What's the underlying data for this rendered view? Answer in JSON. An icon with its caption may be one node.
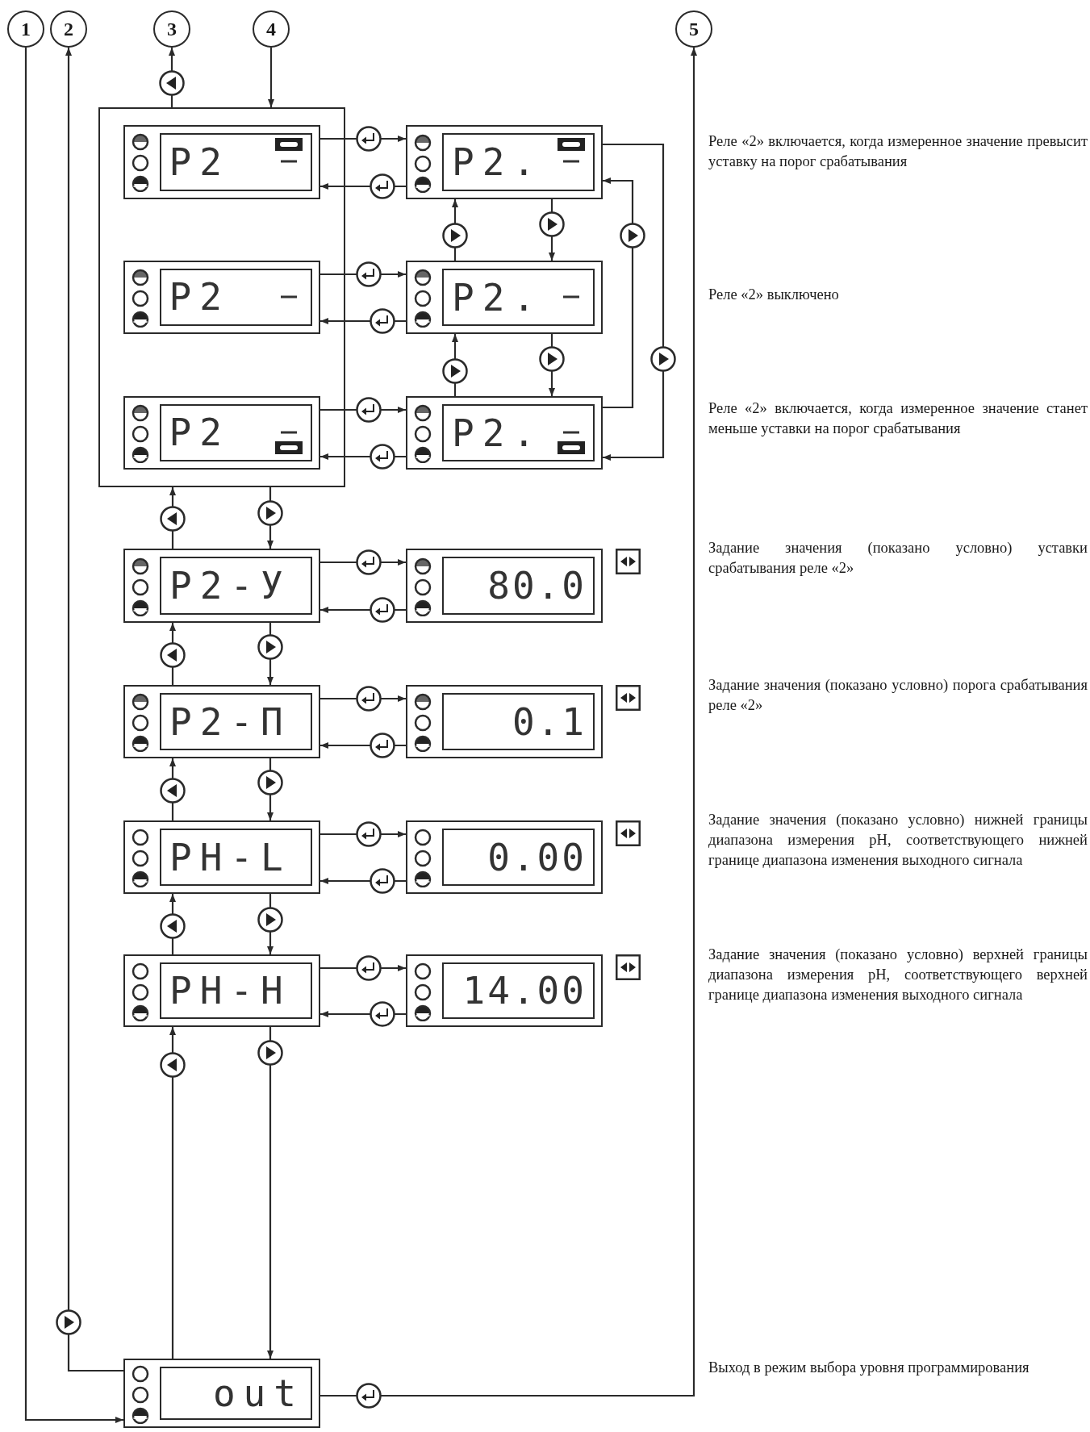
{
  "diagram": {
    "nodes": [
      {
        "text": [
          "1"
        ]
      },
      {
        "text": [
          "2"
        ]
      },
      {
        "text": [
          "3"
        ]
      },
      {
        "text": [
          "4"
        ]
      },
      {
        "text": [
          "5"
        ]
      },
      {
        "text": [],
        "shape": "box"
      },
      {
        "text": [
          "P2"
        ],
        "in": 5
      },
      {
        "text": [
          "P2."
        ]
      },
      {
        "text": [
          "P2"
        ],
        "in": 5
      },
      {
        "text": [
          "P2."
        ]
      },
      {
        "text": [
          "P2"
        ],
        "in": 5
      },
      {
        "text": [
          "P2."
        ]
      },
      {
        "text": [
          "P2-У"
        ]
      },
      {
        "text": [
          "80.0"
        ]
      },
      {
        "text": [
          "P2-П"
        ]
      },
      {
        "text": [
          "0.1"
        ]
      },
      {
        "text": [
          "PH-L"
        ]
      },
      {
        "text": [
          "0.00"
        ]
      },
      {
        "text": [
          "PH-H"
        ]
      },
      {
        "text": [
          "14.00"
        ]
      },
      {
        "text": [
          "out"
        ]
      }
    ],
    "edges": [
      {
        "from": 0,
        "to": 20,
        "arrow": "to"
      },
      {
        "from": 20,
        "to": 1,
        "arrow": "to"
      },
      {
        "from": 5,
        "to": 2,
        "arrow": "to"
      },
      {
        "from": 3,
        "to": 5,
        "arrow": "to"
      },
      {
        "from": 20,
        "to": 4,
        "arrow": "to"
      },
      {
        "from": 20,
        "to": 18,
        "arrow": "to"
      },
      {
        "from": 18,
        "to": 20,
        "arrow": "to"
      },
      {
        "from": 18,
        "to": 16,
        "arrow": "to"
      },
      {
        "from": 16,
        "to": 18,
        "arrow": "to"
      },
      {
        "from": 16,
        "to": 14,
        "arrow": "to"
      },
      {
        "from": 14,
        "to": 16,
        "arrow": "to"
      },
      {
        "from": 14,
        "to": 12,
        "arrow": "to"
      },
      {
        "from": 12,
        "to": 14,
        "arrow": "to"
      },
      {
        "from": 12,
        "to": 5,
        "arrow": "to"
      },
      {
        "from": 5,
        "to": 12,
        "arrow": "to"
      },
      {
        "from": 6,
        "to": 7,
        "arrow": "to"
      },
      {
        "from": 7,
        "to": 6,
        "arrow": "to"
      },
      {
        "from": 8,
        "to": 9,
        "arrow": "to"
      },
      {
        "from": 9,
        "to": 8,
        "arrow": "to"
      },
      {
        "from": 10,
        "to": 11,
        "arrow": "to"
      },
      {
        "from": 11,
        "to": 10,
        "arrow": "to"
      },
      {
        "from": 12,
        "to": 13,
        "arrow": "to"
      },
      {
        "from": 13,
        "to": 12,
        "arrow": "to"
      },
      {
        "from": 14,
        "to": 15,
        "arrow": "to"
      },
      {
        "from": 15,
        "to": 14,
        "arrow": "to"
      },
      {
        "from": 16,
        "to": 17,
        "arrow": "to"
      },
      {
        "from": 17,
        "to": 16,
        "arrow": "to"
      },
      {
        "from": 18,
        "to": 19,
        "arrow": "to"
      },
      {
        "from": 19,
        "to": 18,
        "arrow": "to"
      },
      {
        "from": 7,
        "to": 9,
        "arrow": "to"
      },
      {
        "from": 9,
        "to": 11,
        "arrow": "to"
      },
      {
        "from": 11,
        "to": 9,
        "arrow": "to"
      },
      {
        "from": 9,
        "to": 7,
        "arrow": "to"
      },
      {
        "from": 11,
        "to": 7,
        "arrow": "to"
      },
      {
        "from": 7,
        "to": 11,
        "arrow": "to"
      }
    ],
    "labels": [
      "Реле «2» включается, когда измеренное значение превысит уставку на порог срабатывания",
      "Реле «2» выключено",
      "Реле «2» включается, когда измеренное значение станет меньше уставки на порог срабатывания",
      "Задание значения (показано условно) уставки срабатывания реле «2»",
      "Задание значения (показано условно) порога срабатывания реле «2»",
      "Задание значения (показано условно) нижней границы диапазона измерения pH, соответствующего нижней границе диапазона изменения выходного сигнала",
      "Задание значения (показано условно) верхней границы диапазона измерения pH, соответствующего верхней границе диапазона изменения выходного сигнала",
      "Выход в режим выбора уровня программирования"
    ]
  }
}
